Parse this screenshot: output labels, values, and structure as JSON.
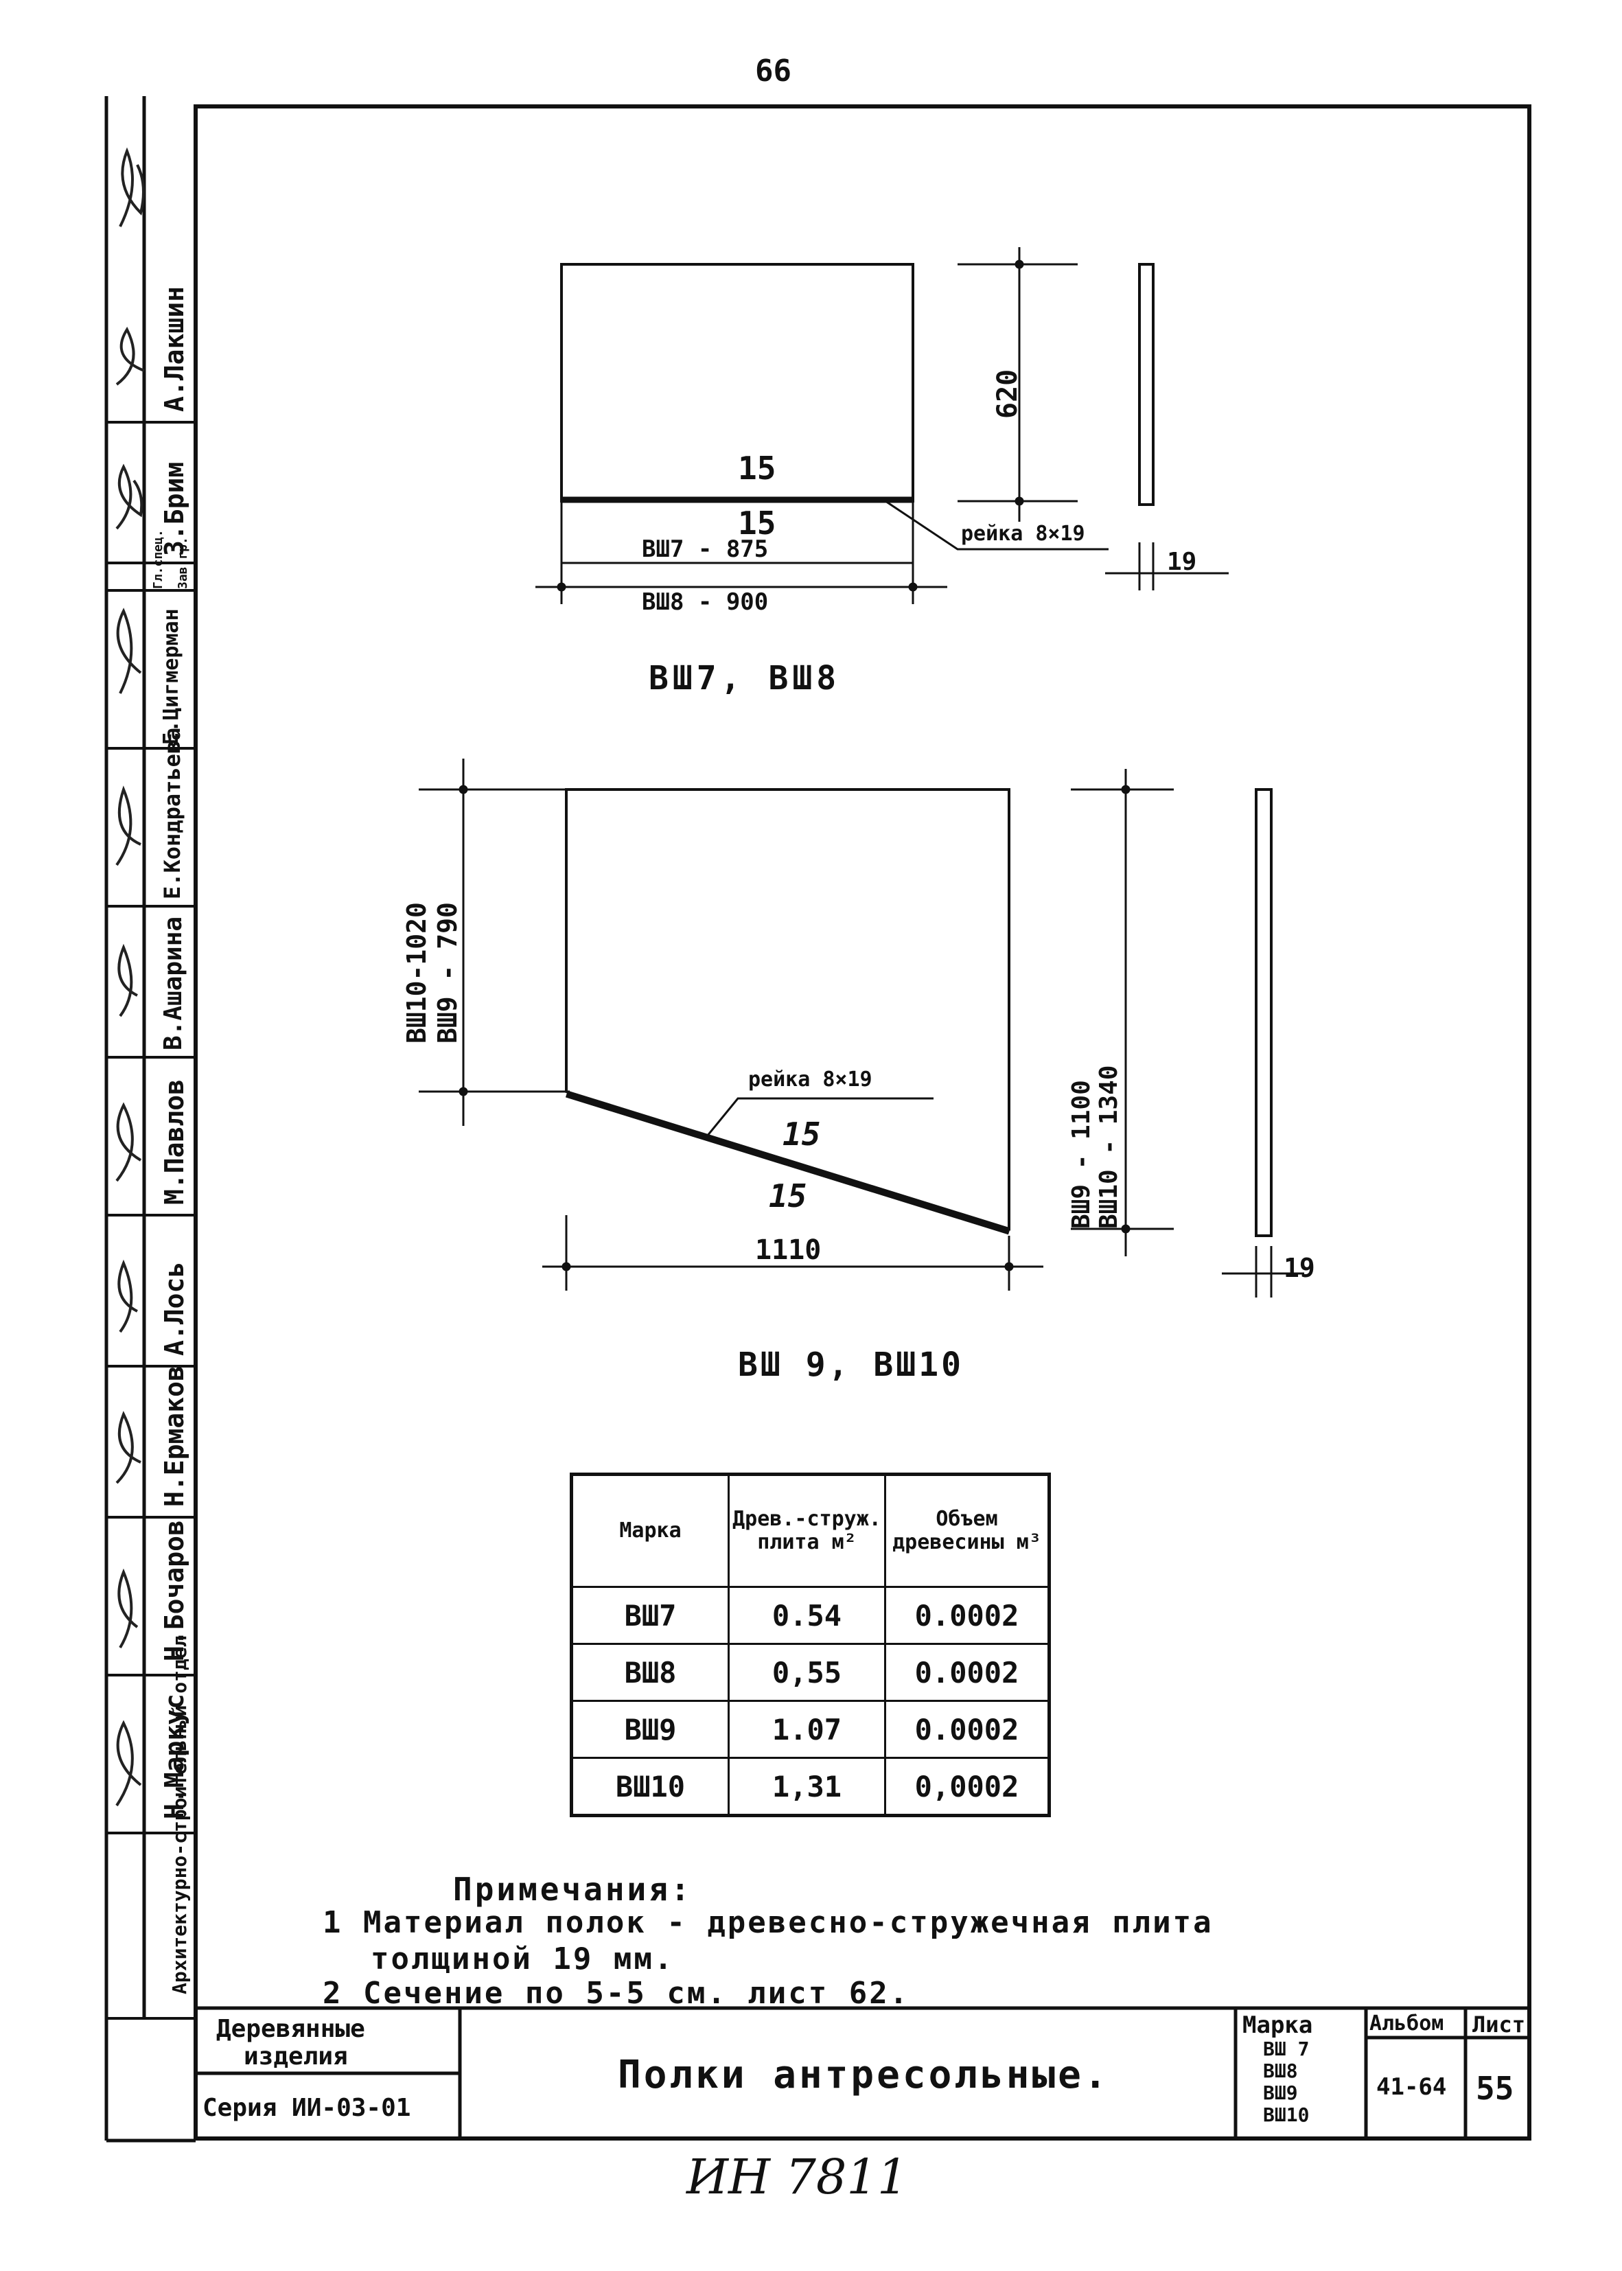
{
  "page_number": "66",
  "drawing1": {
    "height_dim": "620",
    "edge_label_top": "15",
    "edge_label_bottom": "15",
    "width_dim_1": "ВШ7 - 875",
    "width_dim_2": "ВШ8 - 900",
    "strip_label": "рейка 8×19",
    "thickness_dim": "19",
    "caption": "ВШ7, ВШ8"
  },
  "drawing2": {
    "left_dim_1": "ВШ10-1020",
    "left_dim_2": "ВШ9 - 790",
    "strip_label": "рейка 8×19",
    "edge_label_top": "15",
    "edge_label_bottom": "15",
    "width_dim": "1110",
    "right_dim_1": "ВШ9 - 1100",
    "right_dim_2": "ВШ10 - 1340",
    "thickness_dim": "19",
    "caption": "ВШ 9, ВШ10"
  },
  "spec_table": {
    "headers": [
      "Марка",
      "Древ.-струж. плита м²",
      "Объем древесины м³"
    ],
    "rows": [
      [
        "ВШ7",
        "0.54",
        "0.0002"
      ],
      [
        "ВШ8",
        "0,55",
        "0.0002"
      ],
      [
        "ВШ9",
        "1.07",
        "0.0002"
      ],
      [
        "ВШ10",
        "1,31",
        "0,0002"
      ]
    ]
  },
  "notes": {
    "heading": "Примечания:",
    "line1": "1 Материал полок - древесно-стружечная плита",
    "line2": "толщиной 19 мм.",
    "line3": "2 Сечение по 5-5 см. лист 62."
  },
  "title_block": {
    "category_1": "Деревянные",
    "category_2": "изделия",
    "series": "Серия ИИ-03-01",
    "title": "Полки антресольные.",
    "mark_header": "Марка",
    "marks": [
      "ВШ 7",
      "ВШ8",
      "ВШ9",
      "ВШ10"
    ],
    "album_header": "Альбом",
    "album_value": "41-64",
    "sheet_header": "Лист",
    "sheet_value": "55"
  },
  "side_stamp": {
    "org": "Архитектурно-строительный отдел",
    "names": [
      "Н.Маркус",
      "Н.Бочаров",
      "Н.Ермаков",
      "А.Лось",
      "М.Павлов",
      "В.Ашарина",
      "Е.Кондратьева",
      "Е.Цигмерман",
      "З.Брим",
      "А.Лакшин"
    ],
    "role_1": "Гл.спец.",
    "role_2": "Зав.гр."
  },
  "footer_handwritten": "ИН 7811"
}
